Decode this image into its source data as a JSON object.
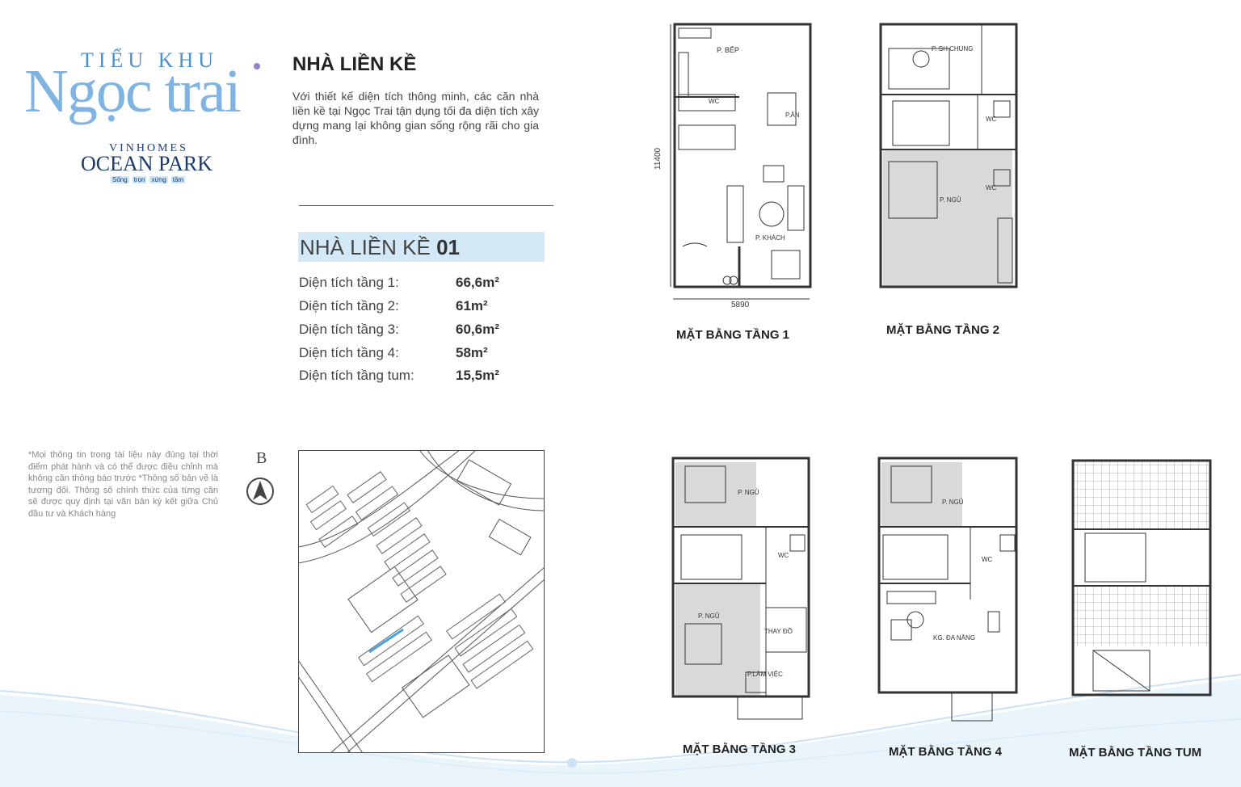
{
  "brand": {
    "line1": "TIỂU KHU",
    "line2": "Ngọc trai",
    "line3": "VINHOMES",
    "line4": "OCEAN PARK",
    "tagline": [
      "Sống",
      "trọn",
      "xứng",
      "tầm"
    ]
  },
  "heading": "NHÀ LIỀN KỀ",
  "description": "Với thiết kế diện tích thông minh, các căn nhà liền kề tại Ngọc Trai tận dụng tối đa diện tích xây dựng mang lại không gian sống rộng rãi cho gia đình.",
  "model": {
    "prefix": "NHÀ LIỀN KỀ",
    "number": "01"
  },
  "specs": [
    {
      "label": "Diện tích tầng 1:",
      "value": "66,6m²"
    },
    {
      "label": "Diện tích tầng 2:",
      "value": "61m²"
    },
    {
      "label": "Diện tích tầng 3:",
      "value": "60,6m²"
    },
    {
      "label": "Diện tích tầng 4:",
      "value": "58m²"
    },
    {
      "label": "Diện tích tầng tum:",
      "value": "15,5m²"
    }
  ],
  "notes": "*Mọi thông tin trong tài liệu này đúng tại thời điểm phát hành và có thể được điều chỉnh mà không cần thông báo trước *Thông số bản vẽ là tương đối. Thông số chính thức của từng căn sẽ được quy định tại văn bản ký kết giữa Chủ đầu tư và Khách hàng",
  "compass": "B",
  "dimensions": {
    "height": "11400",
    "width": "5890"
  },
  "plans": {
    "floor1": {
      "caption": "MẶT BẰNG TẦNG 1",
      "rooms": [
        "P. BẾP",
        "WC",
        "P.ĂN",
        "P. KHÁCH"
      ]
    },
    "floor2": {
      "caption": "MẶT BẰNG TẦNG 2",
      "rooms": [
        "P. SH CHUNG",
        "WC",
        "WC",
        "P. NGỦ"
      ]
    },
    "floor3": {
      "caption": "MẶT BẰNG TẦNG 3",
      "rooms": [
        "P. NGỦ",
        "WC",
        "P. NGỦ",
        "THAY ĐỒ",
        "P.LÀM VIỆC"
      ]
    },
    "floor4": {
      "caption": "MẶT BẰNG TẦNG 4",
      "rooms": [
        "P. NGỦ",
        "WC",
        "KG. ĐA NĂNG"
      ]
    },
    "tum": {
      "caption": "MẶT BẰNG TẦNG TUM"
    }
  },
  "colors": {
    "accent_band": "#d3e9f8",
    "brand_blue": "#7fb3e2",
    "room_fill": "#d9d9d9",
    "wave": "#c9e2f5"
  }
}
